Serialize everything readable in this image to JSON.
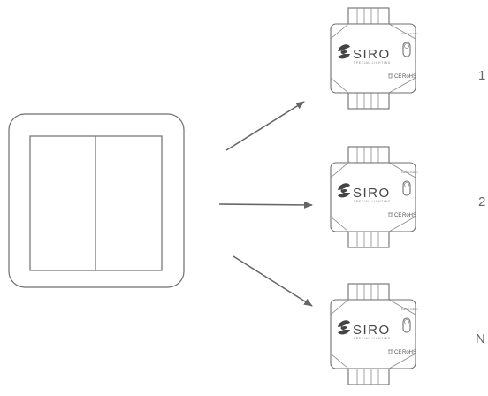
{
  "switch": {
    "name": "Dual rocker wall switch"
  },
  "modules": [
    {
      "brand": "SIRO",
      "subtitle": "SPECIAL LIGHTING",
      "pairing_label": "Pairing button",
      "cert_label": "CE",
      "rohs_label": "RoHS",
      "channel": "1"
    },
    {
      "brand": "SIRO",
      "subtitle": "SPECIAL LIGHTING",
      "pairing_label": "Pairing button",
      "cert_label": "CE",
      "rohs_label": "RoHS",
      "channel": "2"
    },
    {
      "brand": "SIRO",
      "subtitle": "SPECIAL LIGHTING",
      "pairing_label": "Pairing button",
      "cert_label": "CE",
      "rohs_label": "RoHS",
      "channel": "N"
    }
  ],
  "colors": {
    "line": "#6e6e6e",
    "arrow": "#666666",
    "logo": "#444444"
  },
  "icons": {
    "arrow": "arrow-right-icon",
    "logo": "siro-logo-icon",
    "pairing": "pairing-button-icon",
    "recycle": "recycle-bin-icon"
  }
}
